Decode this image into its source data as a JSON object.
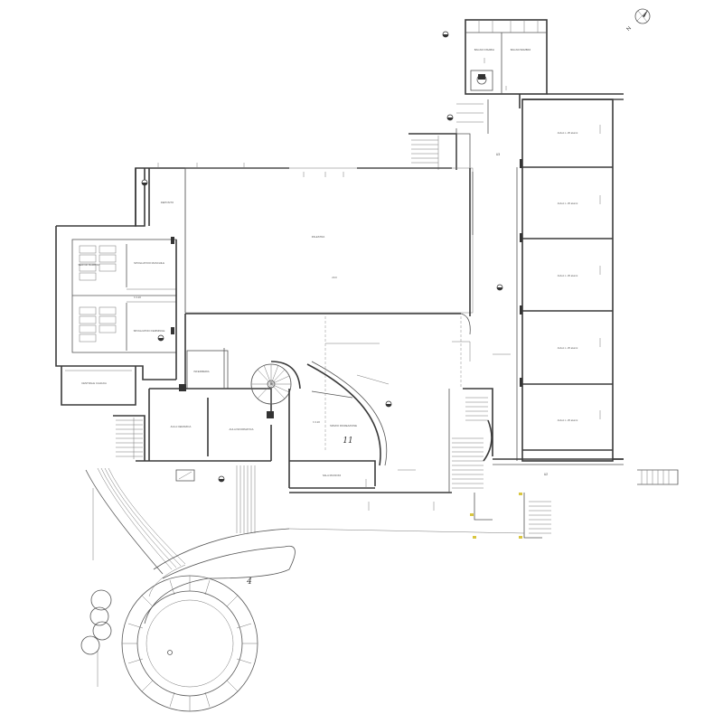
{
  "rooms": {
    "bagno_disabili": "BAGNO DISABILI",
    "bagno_bambini": "BAGNO BAMBINI",
    "aula_1": "AULA n. 25 alunni",
    "aula_2": "AULA n. 25 alunni",
    "aula_3": "AULA n. 25 alunni",
    "aula_4": "AULA n. 25 alunni",
    "aula_5": "AULA n. 25 alunni",
    "deposito": "DEPOSITO",
    "palestra": "PALESTRA",
    "servizi_bambini": "SERVIZI BAMBINI",
    "spogliatoi_maschi": "SPOGLIATOIO MASCHILE",
    "spogliatoi_femmine": "SPOGLIATOIO FEMMINILE",
    "centrale_caldaia": "CENTRALE CALDAIA",
    "infermeria": "INFERMERIA",
    "aula_ceramica": "AULA CERAMICA",
    "aula_informatica": "AULA INFORMATICA",
    "spazio_ricreazione": "SPAZIO RICREAZIONE",
    "sala_riunioni": "SALA RIUNIONI"
  },
  "annotations": {
    "label_11": "11",
    "label_4": "4",
    "label_u3": "U3",
    "label_u2": "U2"
  }
}
